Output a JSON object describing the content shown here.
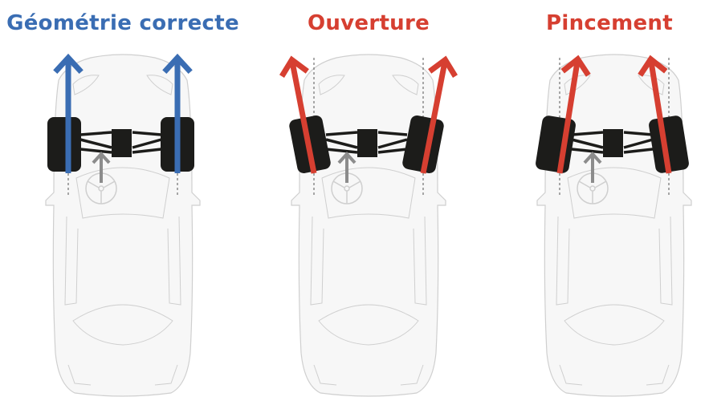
{
  "panels": [
    {
      "title": "Géométrie correcte",
      "color": "#3a6db3",
      "toe": "neutral"
    },
    {
      "title": "Ouverture",
      "color": "#d63f31",
      "toe": "out"
    },
    {
      "title": "Pincement",
      "color": "#d63f31",
      "toe": "in"
    }
  ],
  "colors": {
    "wheel": "#1c1c1a",
    "body": "#f7f7f7",
    "body_stroke": "#cfcfcf",
    "steering": "#8c8c8c"
  }
}
